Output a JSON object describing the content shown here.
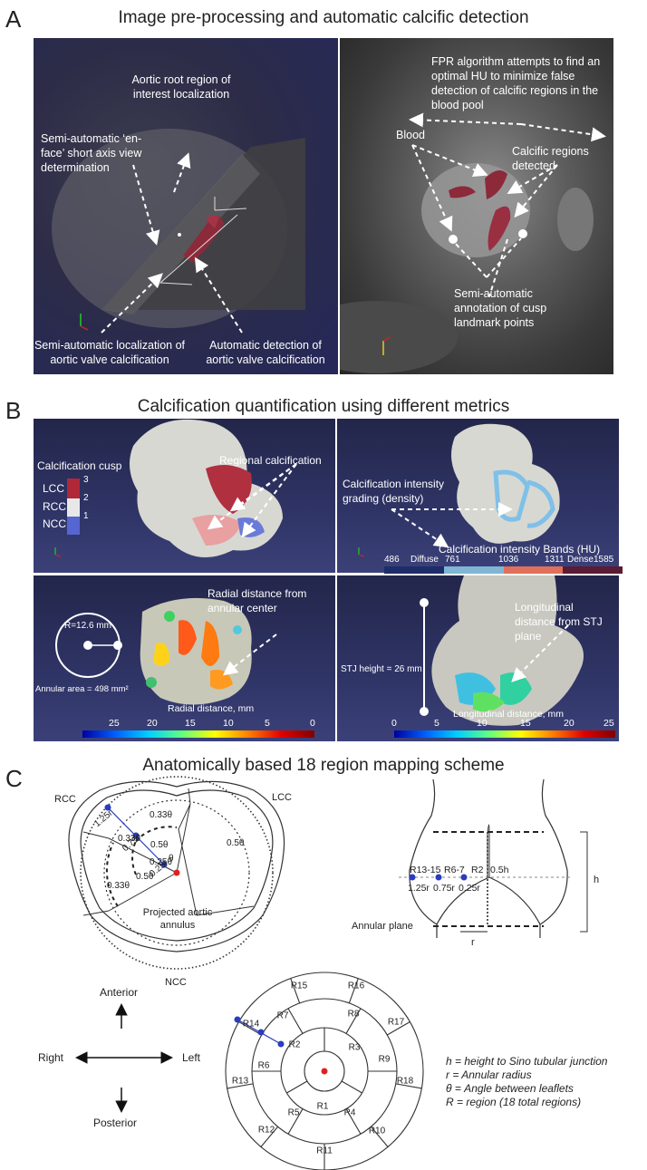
{
  "panel_a": {
    "letter": "A",
    "title": "Image pre-processing and automatic calcific detection",
    "left": {
      "roi_label": "Aortic root region of interest localization",
      "view_label": "Semi-automatic ‘en-face’ short axis view determination",
      "localization_label": "Semi-automatic localization of aortic valve calcification",
      "detection_label": "Automatic detection of aortic valve calcification"
    },
    "right": {
      "fpr_label": "FPR algorithm attempts to find an optimal HU to minimize false detection of calcific regions in the blood pool",
      "blood_label": "Blood",
      "calcific_label": "Calcific regions detected",
      "cusp_label": "Semi-automatic annotation of cusp landmark points"
    }
  },
  "panel_b": {
    "letter": "B",
    "title": "Calcification quantification using different metrics",
    "cusp": {
      "title": "Calcification cusp",
      "names": [
        "LCC",
        "RCC",
        "NCC"
      ],
      "ticks": [
        "3",
        "2",
        "1"
      ]
    },
    "regional_label": "Regional calcification",
    "intensity": {
      "grading_label": "Calcification intensity grading (density)",
      "bands_title": "Calcification intensity Bands (HU)",
      "ticks": [
        "486",
        "761",
        "1036",
        "1311",
        "1585"
      ],
      "diffuse": "Diffuse",
      "dense": "Dense",
      "colors": [
        "#1e2c6a",
        "#7fb6d4",
        "#e0705a",
        "#5a1c34"
      ]
    },
    "radial": {
      "r_label": "R=12.6 mm",
      "area_label": "Annular area = 498 mm²",
      "distance_label": "Radial distance from annular center",
      "axis_label": "Radial distance, mm",
      "ticks": [
        "25",
        "20",
        "15",
        "10",
        "5",
        "0"
      ]
    },
    "longitudinal": {
      "stj_label": "STJ height = 26 mm",
      "distance_label": "Longitudinal distance from STJ plane",
      "axis_label": "Longitudinal distance, mm",
      "ticks": [
        "0",
        "5",
        "10",
        "15",
        "20",
        "25"
      ]
    }
  },
  "panel_c": {
    "letter": "C",
    "title": "Anatomically based 18 region mapping scheme",
    "top_view": {
      "rcc": "RCC",
      "lcc": "LCC",
      "ncc": "NCC",
      "annulus": "Projected aortic annulus",
      "angles": [
        "0.33θ",
        "0.33θ",
        "0.5θ",
        "0.25θ",
        "θ",
        "0.5θ",
        "0.33θ",
        "0.5θ"
      ],
      "radii": [
        "1.25r",
        "0.75r",
        "0.25r"
      ]
    },
    "side_view": {
      "h": "h",
      "half_h": "0.5h",
      "r": "r",
      "annular_plane": "Annular plane",
      "points": [
        "R13-15",
        "R6-7",
        "R2"
      ],
      "radii": [
        "1.25r",
        "0.75r",
        "0.25r"
      ]
    },
    "compass": {
      "anterior": "Anterior",
      "posterior": "Posterior",
      "right": "Right",
      "left": "Left"
    },
    "regions": [
      "R1",
      "R2",
      "R3",
      "R4",
      "R5",
      "R6",
      "R7",
      "R8",
      "R9",
      "R10",
      "R11",
      "R12",
      "R13",
      "R14",
      "R15",
      "R16",
      "R17",
      "R18"
    ],
    "legend": [
      "h = height to Sino tubular junction",
      "r = Annular radius",
      "θ = Angle between leaflets",
      "R = region (18 total regions)"
    ]
  }
}
